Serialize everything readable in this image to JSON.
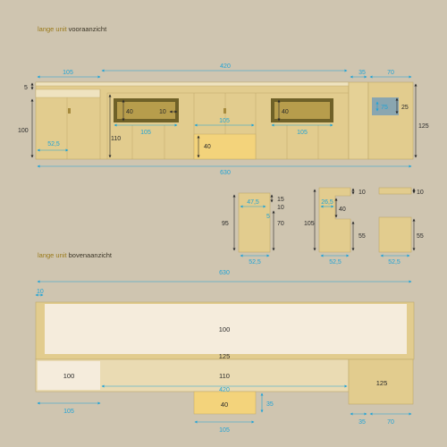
{
  "front_title": {
    "accent": "lange unit",
    "rest": "vooraanzicht"
  },
  "top_title": {
    "accent": "lange unit",
    "rest": "bovenaanzicht"
  },
  "colors": {
    "cabinet": "#e2cc8e",
    "dark_panel": "#6f6128",
    "highlight": "#f3d37b",
    "top_light": "#f5ecdc",
    "dim_blue": "#1fa3d6",
    "background": "#cfc5b0"
  },
  "front": {
    "width_total": "630",
    "left_section": "105",
    "middle_section": "420",
    "tower": "35",
    "right_section": "70",
    "top_strip": "5",
    "height_left": "100",
    "height_right": "125",
    "height_middle": "110",
    "niche_left_height": "40",
    "niche_left_depth": "10",
    "niche_left_width": "105",
    "middle_drawer_width": "105",
    "middle_drawer_height": "40",
    "niche_right_height": "40",
    "niche_right_width": "105",
    "left_door_width": "52,5",
    "right_box_width": "75",
    "right_box_height": "25"
  },
  "details": {
    "side_a": {
      "width": "47,5",
      "top": "15",
      "mid": "10",
      "bottom": "5",
      "height_left": "95",
      "height_right": "70",
      "base": "52,5"
    },
    "side_b": {
      "top": "10",
      "inset": "26,5",
      "niche": "40",
      "height_left": "105",
      "height_right": "55",
      "base": "52,5"
    },
    "side_c": {
      "top": "10",
      "height": "55",
      "base": "52,5"
    }
  },
  "top": {
    "width_total": "630",
    "edge": "10",
    "upper_depth": "100",
    "mid_depth": "125",
    "left_depth": "100",
    "middle_depth": "110",
    "middle_width": "420",
    "right_depth": "125",
    "bottom_block": "40",
    "bottom_block_depth": "35",
    "left_width": "105",
    "bottom_block_width": "105",
    "tower": "35",
    "right_width": "70"
  }
}
